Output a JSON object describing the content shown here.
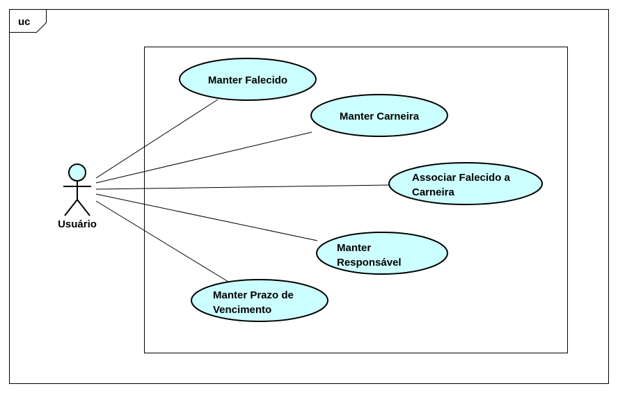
{
  "diagram": {
    "frame_label": "uc",
    "actor": {
      "name": "Usuário"
    },
    "colors": {
      "usecase_fill": "#ccffff",
      "actor_head_fill": "#ccffff",
      "stroke": "#000000",
      "background": "#ffffff"
    },
    "use_cases": [
      {
        "id": "uc1",
        "lines": [
          "Manter Falecido"
        ]
      },
      {
        "id": "uc2",
        "lines": [
          "Manter Carneira"
        ]
      },
      {
        "id": "uc3",
        "lines": [
          "Associar Falecido a",
          "Carneira"
        ]
      },
      {
        "id": "uc4",
        "lines": [
          "Manter",
          "Responsável"
        ]
      },
      {
        "id": "uc5",
        "lines": [
          "Manter Prazo de",
          "Vencimento"
        ]
      }
    ],
    "associations": [
      {
        "from": "actor",
        "to": "uc1"
      },
      {
        "from": "actor",
        "to": "uc2"
      },
      {
        "from": "actor",
        "to": "uc3"
      },
      {
        "from": "actor",
        "to": "uc4"
      },
      {
        "from": "actor",
        "to": "uc5"
      }
    ]
  }
}
